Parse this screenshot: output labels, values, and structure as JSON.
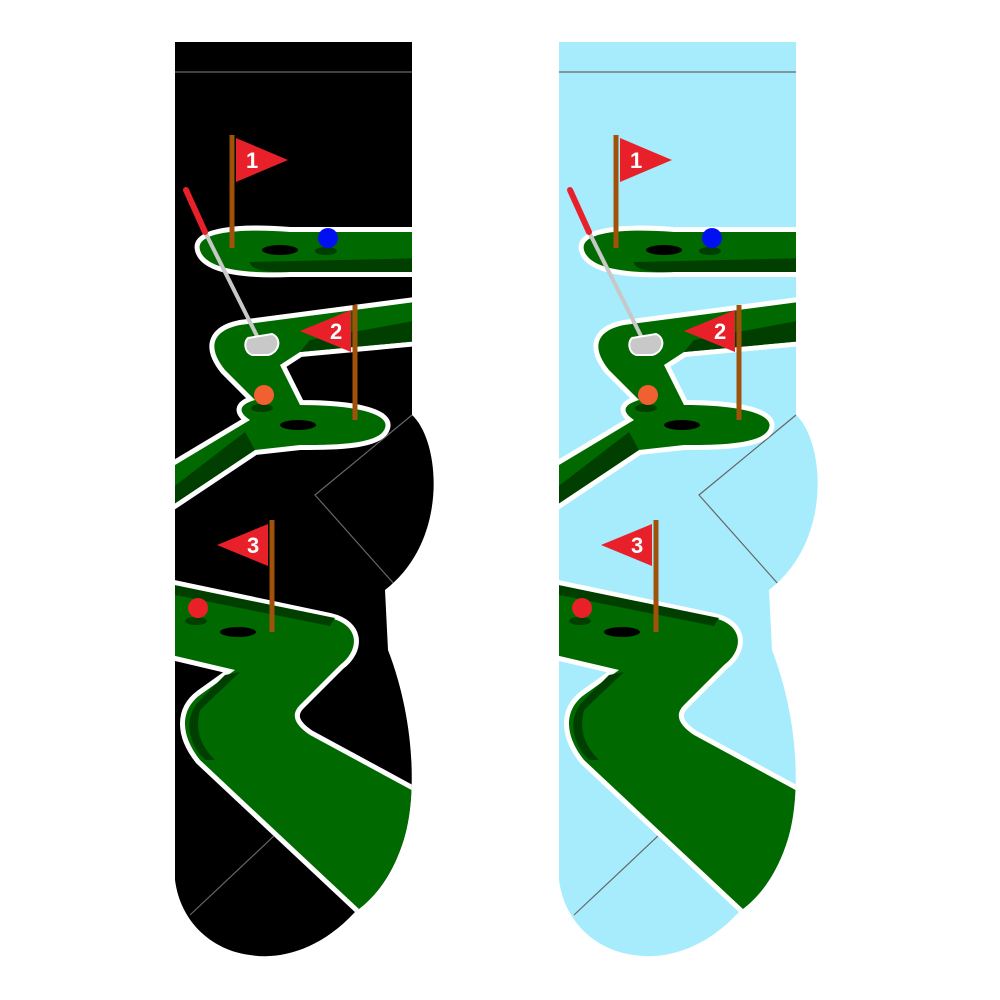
{
  "product": {
    "socks": [
      {
        "name": "black-sock",
        "background": "#000000",
        "flags": [
          "1",
          "2",
          "3"
        ]
      },
      {
        "name": "light-blue-sock",
        "background": "#a6ecfc",
        "flags": [
          "1",
          "2",
          "3"
        ]
      }
    ]
  },
  "colors": {
    "fairway": "#006a00",
    "fairway_shadow": "#003f00",
    "outline": "#ffffff",
    "flag": "#e8202a",
    "pole": "#a0520a",
    "ball_1": "#0010f0",
    "ball_2": "#f06030",
    "ball_3": "#e82028",
    "club_shaft": "#c8c8c8",
    "club_grip": "#e8202a"
  }
}
